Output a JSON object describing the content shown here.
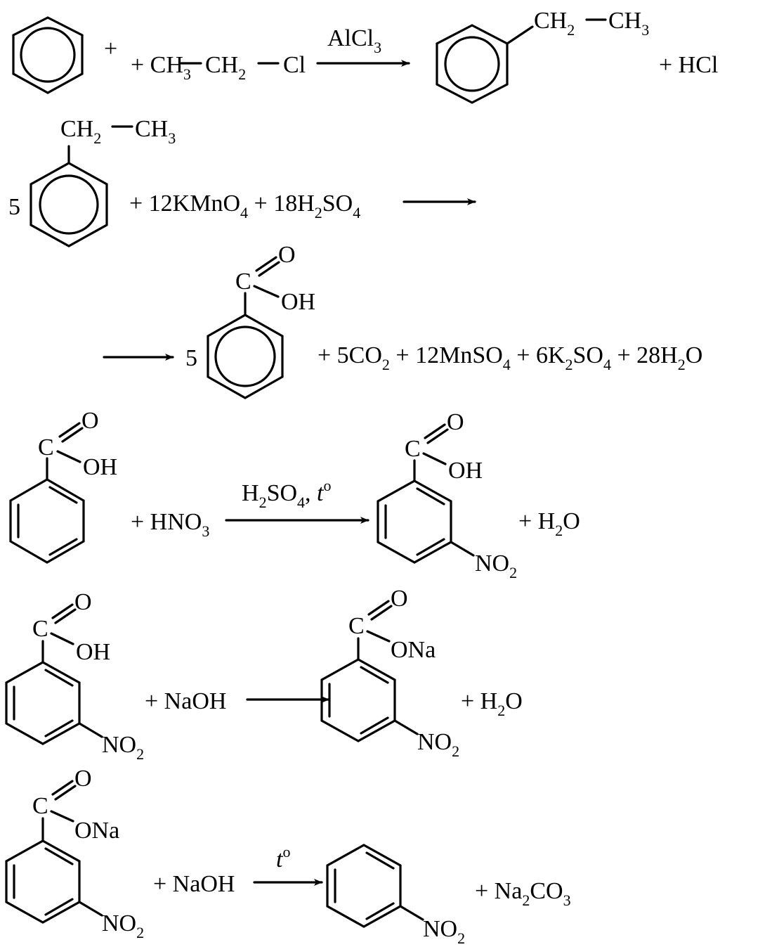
{
  "reactions": [
    {
      "id": "r1",
      "reagent": {
        "main": "+ CH",
        "s1": "3",
        "mid1": "CH",
        "s2": "2",
        "mid2": "Cl"
      },
      "condition": {
        "main": "AlCl",
        "sub": "3"
      },
      "product_sub": {
        "main": "CH",
        "s1": "2",
        "mid": "CH",
        "s2": "3"
      },
      "byproduct": "+ HCl"
    },
    {
      "id": "r2",
      "coeff_left": "5",
      "substituent": {
        "main": "CH",
        "s1": "2",
        "mid": "CH",
        "s2": "3"
      },
      "reagents": {
        "a": "+ 12KMnO",
        "a_sub": "4",
        "b": " + 18H",
        "b_sub": "2",
        "c": "SO",
        "c_sub": "4"
      },
      "coeff_right": "5",
      "acid_group": {
        "o": "O",
        "c": "C",
        "oh": "OH"
      },
      "products": {
        "a": "+ 5CO",
        "a_sub": "2",
        "b": " + 12MnSO",
        "b_sub": "4",
        "c": " + 6K",
        "c_sub": "2",
        "d": "SO",
        "d_sub": "4",
        "e": " + 28H",
        "e_sub": "2",
        "f": "O"
      }
    },
    {
      "id": "r3",
      "acid_group": {
        "o": "O",
        "c": "C",
        "oh": "OH"
      },
      "reagent": {
        "main": "+ HNO",
        "sub": "3"
      },
      "condition": {
        "a": "H",
        "a_sub": "2",
        "b": "SO",
        "b_sub": "4",
        "c": ", ",
        "t": "t",
        "deg": "o"
      },
      "nitro": {
        "main": "NO",
        "sub": "2"
      },
      "byproduct": {
        "a": "+ H",
        "a_sub": "2",
        "b": "O"
      }
    },
    {
      "id": "r4",
      "acid_group": {
        "o": "O",
        "c": "C",
        "oh": "OH"
      },
      "nitro": {
        "main": "NO",
        "sub": "2"
      },
      "reagent": "+ NaOH",
      "salt_group": {
        "o": "O",
        "c": "C",
        "ona": "ONa"
      },
      "byproduct": {
        "a": "+ H",
        "a_sub": "2",
        "b": "O"
      }
    },
    {
      "id": "r5",
      "salt_group": {
        "o": "O",
        "c": "C",
        "ona": "ONa"
      },
      "nitro": {
        "main": "NO",
        "sub": "2"
      },
      "reagent": "+ NaOH",
      "condition": {
        "t": "t",
        "deg": "o"
      },
      "byproduct": {
        "a": "+ Na",
        "a_sub": "2",
        "b": "CO",
        "b_sub": "3"
      }
    }
  ]
}
